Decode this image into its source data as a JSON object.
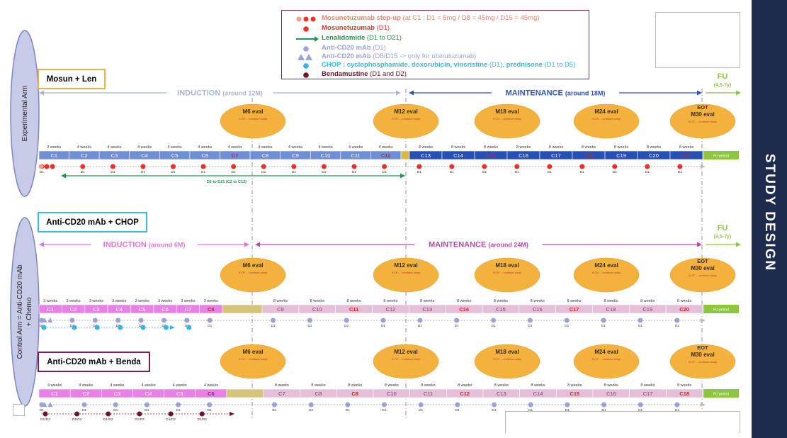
{
  "banner": {
    "title": "STUDY DESIGN",
    "bg": "#1f2b4d"
  },
  "legend": [
    {
      "icon": "step-up-dots-icon",
      "color": "#e8826b",
      "label": "Mosunetuzumab step-up",
      "detail": "(at C1 : D1 = 5mg / D8 = 45mg / D15 = 45mg)"
    },
    {
      "icon": "red-dot-icon",
      "color": "#e3332a",
      "label": "Mosunetuzumab",
      "detail": "(D1)"
    },
    {
      "icon": "green-arrow-icon",
      "color": "#1c9a48",
      "label": "Lenalidomide",
      "detail": "(D1 to D21)"
    },
    {
      "icon": "lavender-dot-icon",
      "color": "#9aa2d8",
      "label": "Anti-CD20 mAb",
      "detail": "(D1)"
    },
    {
      "icon": "lavender-triangle-icon",
      "color": "#9aa2d8",
      "label": "Anti-CD20 mAb",
      "detail": "(D8/D15 -> only for obinutuzumab)"
    },
    {
      "icon": "cyan-dot-icon",
      "color": "#35b5e3",
      "label": "CHOP : cyclophosphamide, doxorubicin, vincristine",
      "detail": "(D1),",
      "label2": "prednisone",
      "detail2": "(D1 to D5)"
    },
    {
      "icon": "maroon-dot-icon",
      "color": "#6b1432",
      "label": "Bendamustine",
      "detail": "(D1 and D2)"
    }
  ],
  "side_labels": {
    "experimental": "Experimental Arm",
    "control_line1": "Control Arm = Anti-CD20 mAb",
    "control_line2": "+ Chemo"
  },
  "arms": [
    {
      "id": "exp",
      "label": "Mosun + Len",
      "border": "#e8b53a",
      "induction": "INDUCTION",
      "induction_sub": "(around 12M)",
      "induction_color": "#a7b5d8",
      "maintenance": "MAINTENANCE",
      "maintenance_sub": "(around 18M)",
      "maintenance_color": "#2b53b8",
      "fu": "FU",
      "fu_sub": "(4,5-7y)",
      "evals": [
        {
          "title": "M6 eval",
          "extra": ""
        },
        {
          "title": "M12 eval",
          "extra": ""
        },
        {
          "title": "M18 eval",
          "extra": ""
        },
        {
          "title": "M24 eval",
          "extra": ""
        },
        {
          "title": "M30 eval",
          "extra": "EOT"
        }
      ],
      "eval_note": "If CR ... continue study",
      "ind_cycles": [
        "C1",
        "C2",
        "C3",
        "C4",
        "C5",
        "C6",
        "C7",
        "C8",
        "C9",
        "C10",
        "C11",
        "C12"
      ],
      "ind_weeks": [
        "3 weeks",
        "4 weeks",
        "4 weeks",
        "4 weeks",
        "4 weeks",
        "4 weeks",
        "4 weeks",
        "4 weeks",
        "4 weeks",
        "4 weeks",
        "4 weeks",
        "4 weeks"
      ],
      "maint_cycles": [
        "C13",
        "C14",
        "C15",
        "C16",
        "C17",
        "C18",
        "C19",
        "C20",
        "C21"
      ],
      "maint_weeks": [
        "8 weeks",
        "8 weeks",
        "8 weeks",
        "8 weeks",
        "8 weeks",
        "8 weeks",
        "8 weeks",
        "8 weeks",
        "8 weeks"
      ],
      "red_cycles": [
        "C7",
        "C12",
        "C15",
        "C18",
        "C21"
      ],
      "fu_period": "FU period",
      "day_label": "D1",
      "extra_note": "D1 to D21 (C2 to C12)"
    },
    {
      "id": "chop",
      "label": "Anti-CD20 mAb + CHOP",
      "border": "#3fb7e6",
      "induction": "INDUCTION",
      "induction_sub": "(around 6M)",
      "induction_color": "#dd76d8",
      "maintenance": "MAINTENANCE",
      "maintenance_sub": "(around 24M)",
      "maintenance_color": "#b04fa2",
      "fu": "FU",
      "fu_sub": "(4,5-7y)",
      "evals": [
        {
          "title": "M6 eval",
          "extra": ""
        },
        {
          "title": "M12 eval",
          "extra": ""
        },
        {
          "title": "M18 eval",
          "extra": ""
        },
        {
          "title": "M24 eval",
          "extra": ""
        },
        {
          "title": "M30 eval",
          "extra": "EOT"
        }
      ],
      "eval_note": "If CR ... continue study",
      "ind_cycles": [
        "C1",
        "C2",
        "C3",
        "C4",
        "C5",
        "C6",
        "C7",
        "C8"
      ],
      "ind_weeks": [
        "3 weeks",
        "3 weeks",
        "3 weeks",
        "3 weeks",
        "3 weeks",
        "3 weeks",
        "3 weeks",
        "3 weeks"
      ],
      "maint_cycles": [
        "C9",
        "C10",
        "C11",
        "C12",
        "C13",
        "C14",
        "C15",
        "C16",
        "C17",
        "C18",
        "C19",
        "C20"
      ],
      "maint_weeks": [
        "8 weeks",
        "8 weeks",
        "8 weeks",
        "8 weeks",
        "8 weeks",
        "8 weeks",
        "8 weeks",
        "8 weeks",
        "8 weeks",
        "8 weeks",
        "8 weeks",
        "8 weeks"
      ],
      "red_cycles": [
        "C8",
        "C11",
        "C14",
        "C17",
        "C20"
      ],
      "fu_period": "FU period",
      "day_label": "D1",
      "extra_note": ""
    },
    {
      "id": "benda",
      "label": "Anti-CD20 mAb + Benda",
      "border": "#7b1f4b",
      "evals": [
        {
          "title": "M6 eval",
          "extra": ""
        },
        {
          "title": "M12 eval",
          "extra": ""
        },
        {
          "title": "M18 eval",
          "extra": ""
        },
        {
          "title": "M24 eval",
          "extra": ""
        },
        {
          "title": "M30 eval",
          "extra": "EOT"
        }
      ],
      "eval_note": "If CR ... continue study",
      "ind_cycles": [
        "C1",
        "C2",
        "C3",
        "C4",
        "C5",
        "C6"
      ],
      "ind_weeks": [
        "4 weeks",
        "4 weeks",
        "4 weeks",
        "4 weeks",
        "4 weeks",
        "4 weeks"
      ],
      "maint_cycles": [
        "C7",
        "C8",
        "C9",
        "C10",
        "C11",
        "C12",
        "C13",
        "C14",
        "C15",
        "C16",
        "C17",
        "C18"
      ],
      "maint_weeks": [
        "8 weeks",
        "8 weeks",
        "8 weeks",
        "8 weeks",
        "8 weeks",
        "8 weeks",
        "8 weeks",
        "8 weeks",
        "8 weeks",
        "8 weeks",
        "8 weeks",
        "8 weeks"
      ],
      "red_cycles": [
        "C6",
        "C9",
        "C12",
        "C15",
        "C18"
      ],
      "fu_period": "FU period",
      "day_label": "D1",
      "benda_label": "D1/D2"
    }
  ]
}
